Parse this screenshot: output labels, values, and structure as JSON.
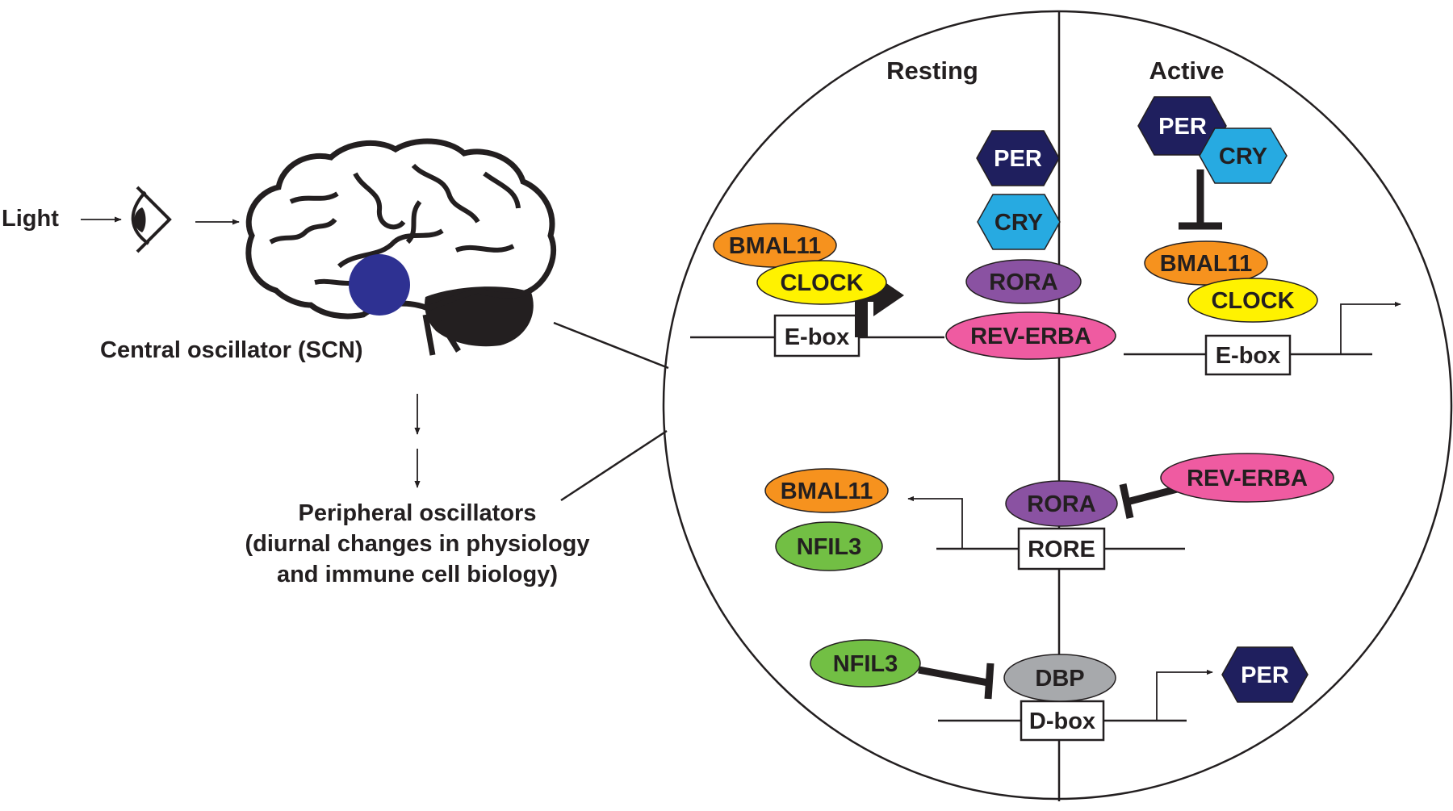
{
  "colors": {
    "bmal1": "#f6921e",
    "clock": "#fff200",
    "per": "#1f1f5e",
    "cry": "#27aae1",
    "rora": "#8a52a2",
    "reverba": "#ef5ba1",
    "nfil3": "#72bf44",
    "dbp": "#a7a9ac",
    "scn": "#2e3192",
    "ink": "#231f20"
  },
  "left": {
    "light_label": "Light",
    "scn_label": "Central oscillator (SCN)",
    "peripheral_lines": [
      "Peripheral oscillators",
      "(diurnal changes in physiology",
      "and immune cell biology)"
    ]
  },
  "circle": {
    "resting_label": "Resting",
    "active_label": "Active",
    "resting": {
      "per": "PER",
      "cry": "CRY",
      "bmal1": "BMAL11",
      "clock": "CLOCK",
      "rora": "RORA",
      "reverba": "REV-ERBA",
      "ebox": "E-box"
    },
    "active": {
      "per": "PER",
      "cry": "CRY",
      "bmal1": "BMAL11",
      "clock": "CLOCK",
      "ebox": "E-box"
    },
    "rore_row": {
      "bmal1": "BMAL11",
      "nfil3": "NFIL3",
      "rora": "RORA",
      "reverba": "REV-ERBA",
      "rore": "RORE"
    },
    "dbox_row": {
      "nfil3": "NFIL3",
      "dbp": "DBP",
      "dbox": "D-box",
      "per": "PER"
    }
  }
}
